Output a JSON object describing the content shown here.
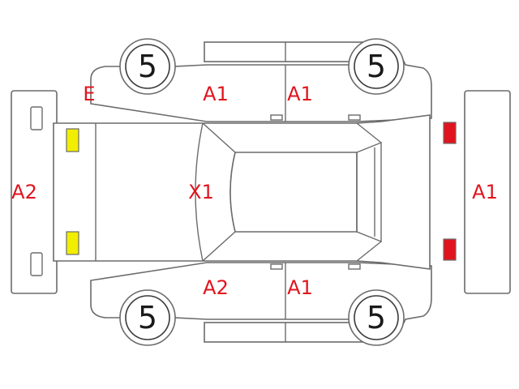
{
  "tires": {
    "front_left": "5",
    "front_right": "5",
    "rear_left": "5",
    "rear_right": "5"
  },
  "damage_codes": {
    "front_bumper": "A2",
    "front_corner": "E",
    "roof": "X1",
    "rear_bumper": "A1",
    "top_front_door": "A1",
    "top_rear_door": "A1",
    "bottom_front_door": "A2",
    "bottom_rear_door": "A1"
  },
  "lamp_markers": {
    "front_color": "#f2ee00",
    "rear_color": "#e0141e"
  },
  "colors": {
    "damage_text": "#e0141e",
    "outline": "#6b6b6b"
  }
}
